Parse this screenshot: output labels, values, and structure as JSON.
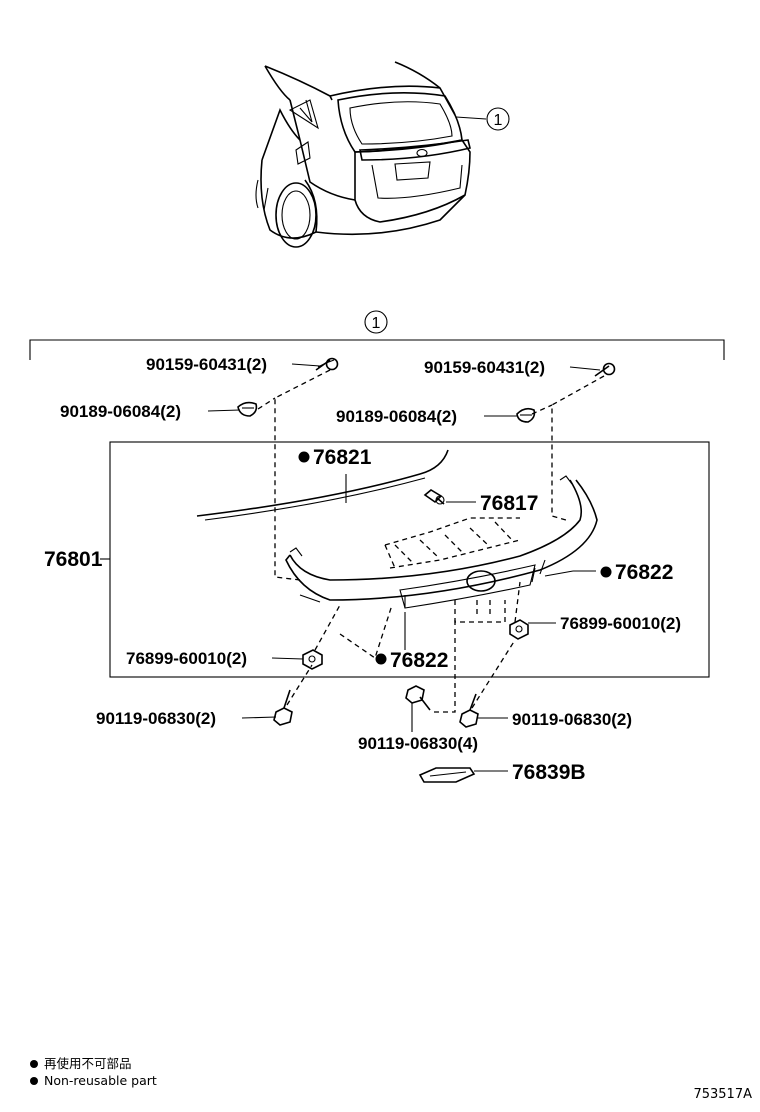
{
  "callout": {
    "ref": "1"
  },
  "parts": {
    "screw_top_left": "90159-60431(2)",
    "screw_top_right": "90159-60431(2)",
    "clip_top_left": "90189-06084(2)",
    "clip_top_right": "90189-06084(2)",
    "garnish_strip": "76821",
    "stud": "76817",
    "assembly": "76801",
    "seal_right": "76822",
    "seal_bottom": "76822",
    "nut_right": "76899-60010(2)",
    "nut_left": "76899-60010(2)",
    "bolt_left": "90119-06830(2)",
    "bolt_right": "90119-06830(2)",
    "bolt_center": "90119-06830(4)",
    "bracket": "76839B"
  },
  "legend": {
    "line_jp": "再使用不可部品",
    "line_en": "Non-reusable part"
  },
  "diagram_id": "753517A"
}
